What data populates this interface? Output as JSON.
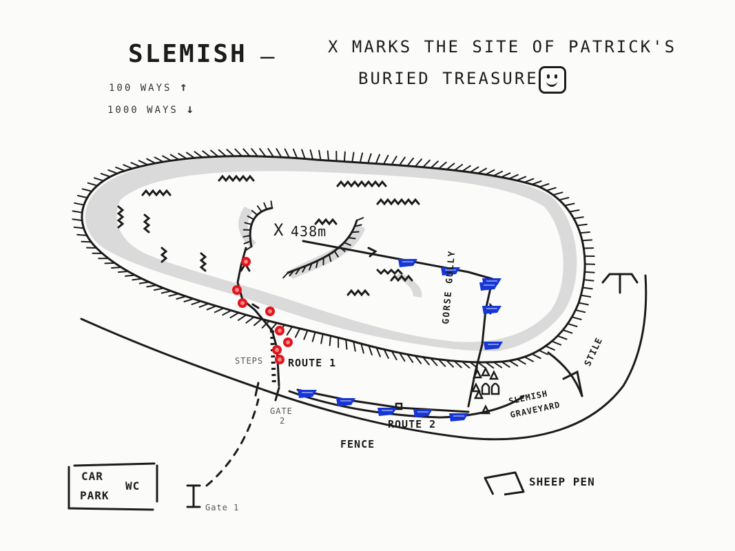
{
  "title": {
    "main": "Slemish",
    "dash": "—",
    "subtitle_line1": "X marks the site of Patrick's",
    "subtitle_line2": "Buried treasure"
  },
  "legend": {
    "up_text": "100 ways",
    "up_arrow": "↑",
    "down_text": "1000 ways",
    "down_arrow": "↓"
  },
  "summit": {
    "marker": "X",
    "elevation": "438m"
  },
  "labels": {
    "route1": "Route 1",
    "route2": "Route 2",
    "steps": "Steps",
    "gorse_gully": "Gorse Gully",
    "stile": "Stile",
    "graveyard_line1": "Slemish",
    "graveyard_line2": "Graveyard",
    "fence": "Fence",
    "gate1": "Gate 1",
    "gate2_line1": "Gate",
    "gate2_line2": "2",
    "car_park_line1": "Car",
    "car_park_line2": "Park",
    "wc": "WC",
    "sheep_pen": "Sheep Pen"
  },
  "colors": {
    "ink": "#1b1b1b",
    "shade": "#d9d9d9",
    "route1_red": "#e3141b",
    "route2_blue": "#1636d6"
  }
}
